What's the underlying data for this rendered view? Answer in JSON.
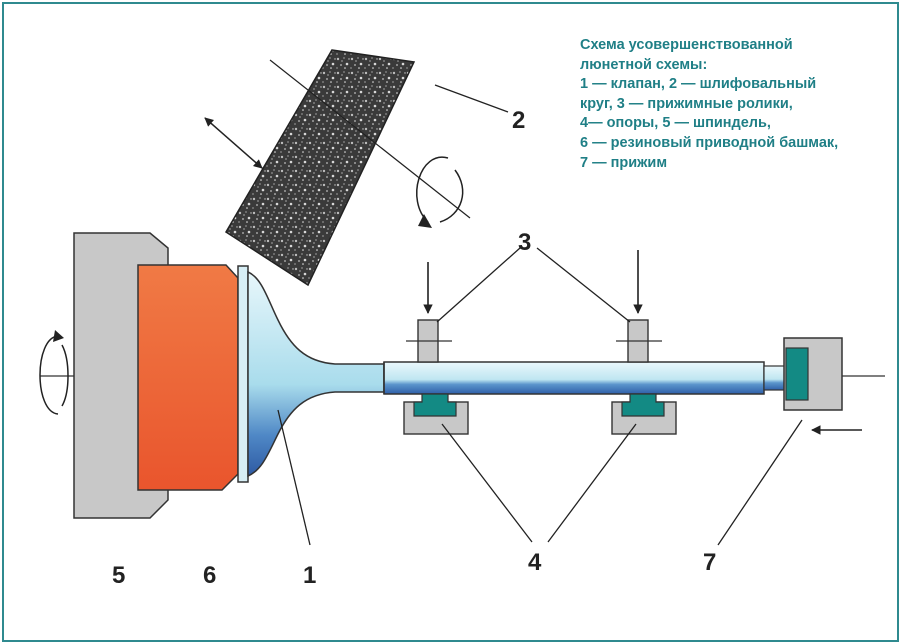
{
  "legend": {
    "title_line1": "Схема усовершенствованной",
    "title_line2": "люнетной схемы:",
    "line1": "1 — клапан, 2 — шлифовальный",
    "line2": "круг, 3 — прижимные ролики,",
    "line3": "4— опоры, 5 — шпиндель,",
    "line4": "6 — резиновый приводной башмак,",
    "line5": "7 — прижим"
  },
  "callouts": {
    "valve": "1",
    "grinding_wheel": "2",
    "pressure_rollers": "3",
    "supports": "4",
    "spindle": "5",
    "drive_shoe": "6",
    "clamp": "7"
  },
  "colors": {
    "frame": "#2f8a8f",
    "legend_text": "#1f7f86",
    "spindle": "#c8c8c8",
    "drive_shoe": "#ef6a3a",
    "valve_light": "#e4f6fb",
    "valve_blue": "#3c73b8",
    "support_teal": "#138a84"
  }
}
